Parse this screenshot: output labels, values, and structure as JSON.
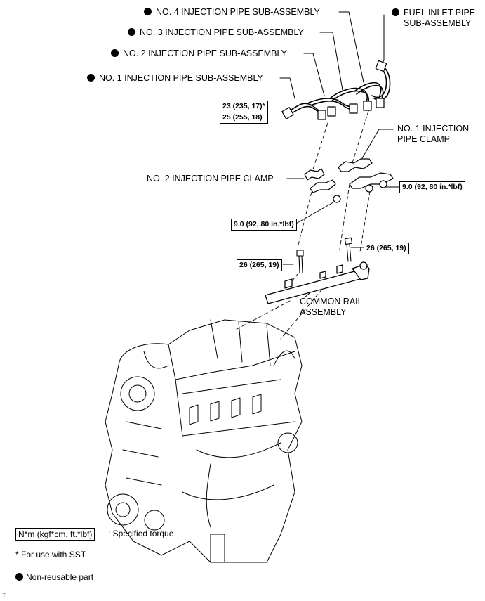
{
  "labels": {
    "pipe4": "NO. 4 INJECTION PIPE SUB-ASSEMBLY",
    "pipe3": "NO. 3 INJECTION PIPE SUB-ASSEMBLY",
    "pipe2": "NO. 2 INJECTION PIPE SUB-ASSEMBLY",
    "pipe1": "NO. 1 INJECTION PIPE SUB-ASSEMBLY",
    "fuel_inlet_1": "FUEL INLET PIPE",
    "fuel_inlet_2": "SUB-ASSEMBLY",
    "clamp1_1": "NO. 1 INJECTION",
    "clamp1_2": "PIPE CLAMP",
    "clamp2": "NO. 2 INJECTION PIPE CLAMP",
    "rail_1": "COMMON RAIL",
    "rail_2": "ASSEMBLY"
  },
  "torques": {
    "t_pipe_a": "23 (235, 17)*",
    "t_pipe_b": "25 (255, 18)",
    "t_clamp_right": "9.0 (92, 80 in.*lbf)",
    "t_clamp_left": "9.0 (92, 80 in.*lbf)",
    "t_bolt_right": "26 (265, 19)",
    "t_bolt_left": "26 (265, 19)"
  },
  "legend": {
    "unit_box": "N*m (kgf*cm, ft.*lbf)",
    "unit_desc": ": Specified torque",
    "sst_note": "* For use with SST",
    "nonreusable": "Non-reusable part"
  },
  "corner_mark": "T"
}
